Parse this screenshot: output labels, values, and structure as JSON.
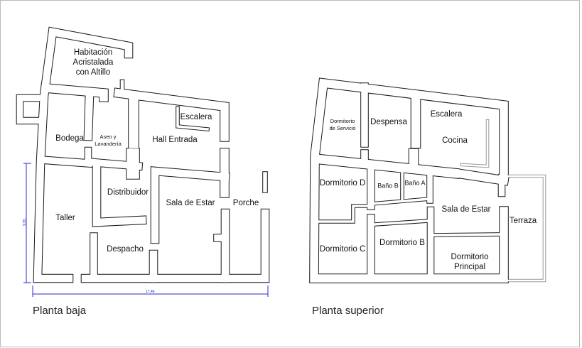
{
  "ground_floor": {
    "title": "Planta baja",
    "rooms": {
      "habitacion": "Habitación\nAcristalada\ncon Altillo",
      "bodega": "Bodega",
      "aseo": "Aseo y\nLavandería",
      "escalera": "Escalera",
      "hall": "Hall Entrada",
      "distribuidor": "Distribuidor",
      "taller": "Taller",
      "sala": "Sala de Estar",
      "porche": "Porche",
      "despacho": "Despacho"
    },
    "dimensions": {
      "height": "9,95",
      "width": "17,46"
    }
  },
  "upper_floor": {
    "title": "Planta superior",
    "rooms": {
      "servicio": "Dormitorio\nde Servicio",
      "despensa": "Despensa",
      "escalera": "Escalera",
      "cocina": "Cocina",
      "dorm_d": "Dormitorio D",
      "bano_b": "Baño B",
      "bano_a": "Baño A",
      "sala": "Sala de Estar",
      "terraza": "Terraza",
      "dorm_c": "Dormitorio C",
      "dorm_b": "Dormitorio B",
      "principal": "Dormitorio\nPrincipal"
    }
  },
  "colors": {
    "wall": "#1a1a1a",
    "dimension": "#2a2ad0",
    "terrace": "#999999"
  }
}
